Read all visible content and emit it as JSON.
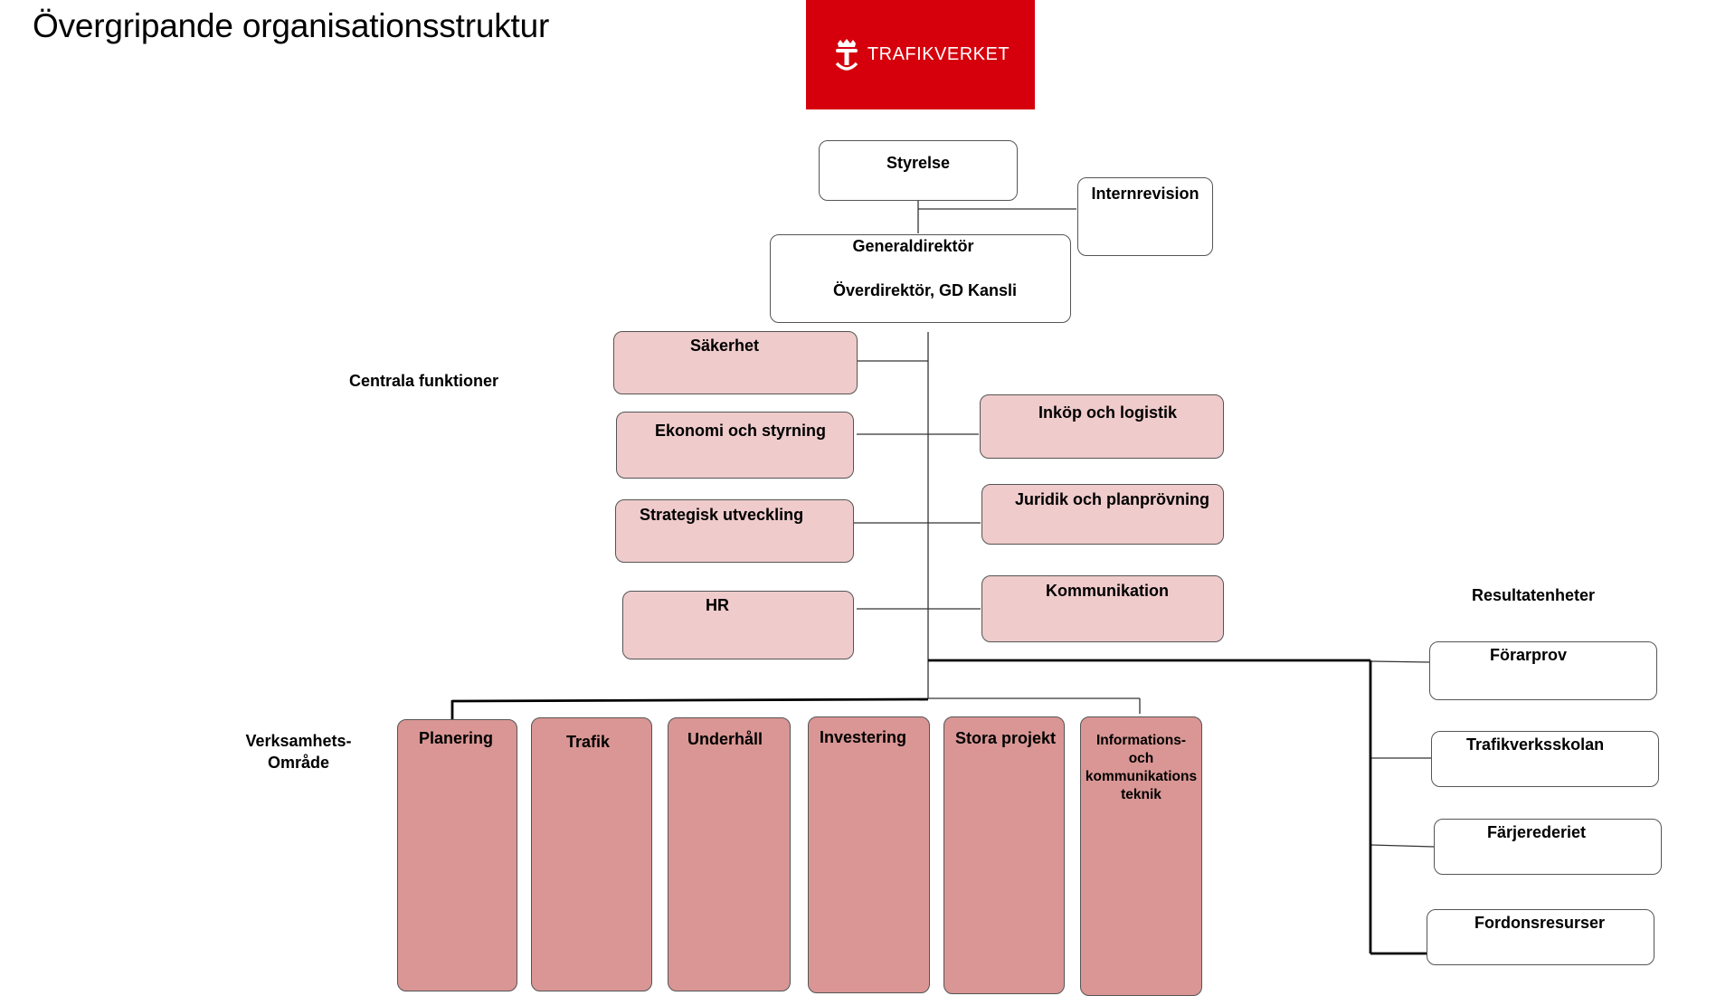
{
  "title": "Övergripande organisationsstruktur",
  "logo": {
    "text": "TRAFIKVERKET",
    "icon": "crown-t-icon",
    "color": "#d6000c"
  },
  "top": {
    "styrelse": "Styrelse",
    "internrevision": "Internrevision",
    "generaldirektor": "Generaldirektör",
    "overdirektor": "Överdirektör, GD Kansli"
  },
  "labels": {
    "centrala": "Centrala funktioner",
    "verksamhet_1": "Verksamhets-",
    "verksamhet_2": "Område",
    "resultatenheter": "Resultatenheter"
  },
  "central_left": [
    "Säkerhet",
    "Ekonomi och styrning",
    "Strategisk utveckling",
    "HR"
  ],
  "central_right": [
    "Inköp och logistik",
    "Juridik och planprövning",
    "Kommunikation"
  ],
  "areas": [
    "Planering",
    "Trafik",
    "Underhåll",
    "Investering",
    "Stora projekt"
  ],
  "area_ikt": [
    "Informations-",
    "och",
    "kommunikations",
    "teknik"
  ],
  "result_units": [
    "Förarprov",
    "Trafikverksskolan",
    "Färjerederiet",
    "Fordonsresurser"
  ],
  "colors": {
    "central": "#efcbcb",
    "area": "#d99694",
    "border": "#555555"
  }
}
